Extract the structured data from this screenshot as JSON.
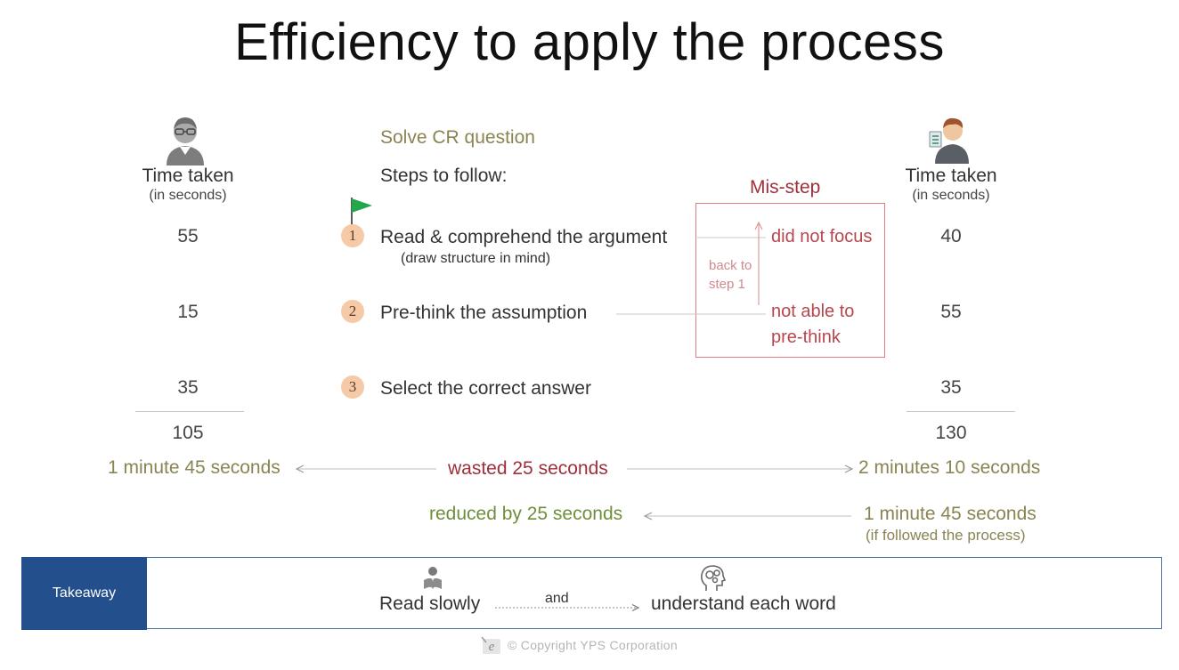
{
  "title": "Efficiency to apply the process",
  "left_column": {
    "heading": "Time taken",
    "sub": "(in seconds)",
    "values": [
      "55",
      "15",
      "35"
    ],
    "total": "105",
    "total_text": "1 minute 45 seconds"
  },
  "right_column": {
    "heading": "Time taken",
    "sub": "(in seconds)",
    "values": [
      "40",
      "55",
      "35"
    ],
    "total": "130",
    "total_text": "2 minutes 10 seconds"
  },
  "center": {
    "task": "Solve CR question",
    "steps_heading": "Steps to follow:",
    "steps": [
      {
        "num": "1",
        "text": "Read & comprehend the argument",
        "sub": "(draw structure in mind)"
      },
      {
        "num": "2",
        "text": "Pre-think the assumption"
      },
      {
        "num": "3",
        "text": "Select the correct answer"
      }
    ]
  },
  "misstep": {
    "heading": "Mis-step",
    "item1": "did not focus",
    "item2_line1": "not able to",
    "item2_line2": "pre-think",
    "back_line1": "back to",
    "back_line2": "step 1"
  },
  "wasted": "wasted 25 seconds",
  "reduced": "reduced by 25 seconds",
  "followed_time": "1 minute 45 seconds",
  "followed_note": "(if followed the process)",
  "takeaway": {
    "label": "Takeaway",
    "left": "Read slowly",
    "connector": "and",
    "right": "understand each word"
  },
  "footer": "© Copyright YPS Corporation",
  "colors": {
    "olive": "#8a8453",
    "green": "#6e8f3b",
    "red": "#b8464d",
    "takeaway_blue": "#234f8c",
    "step_circle": "#f6c9a7",
    "flag": "#22a84a"
  }
}
